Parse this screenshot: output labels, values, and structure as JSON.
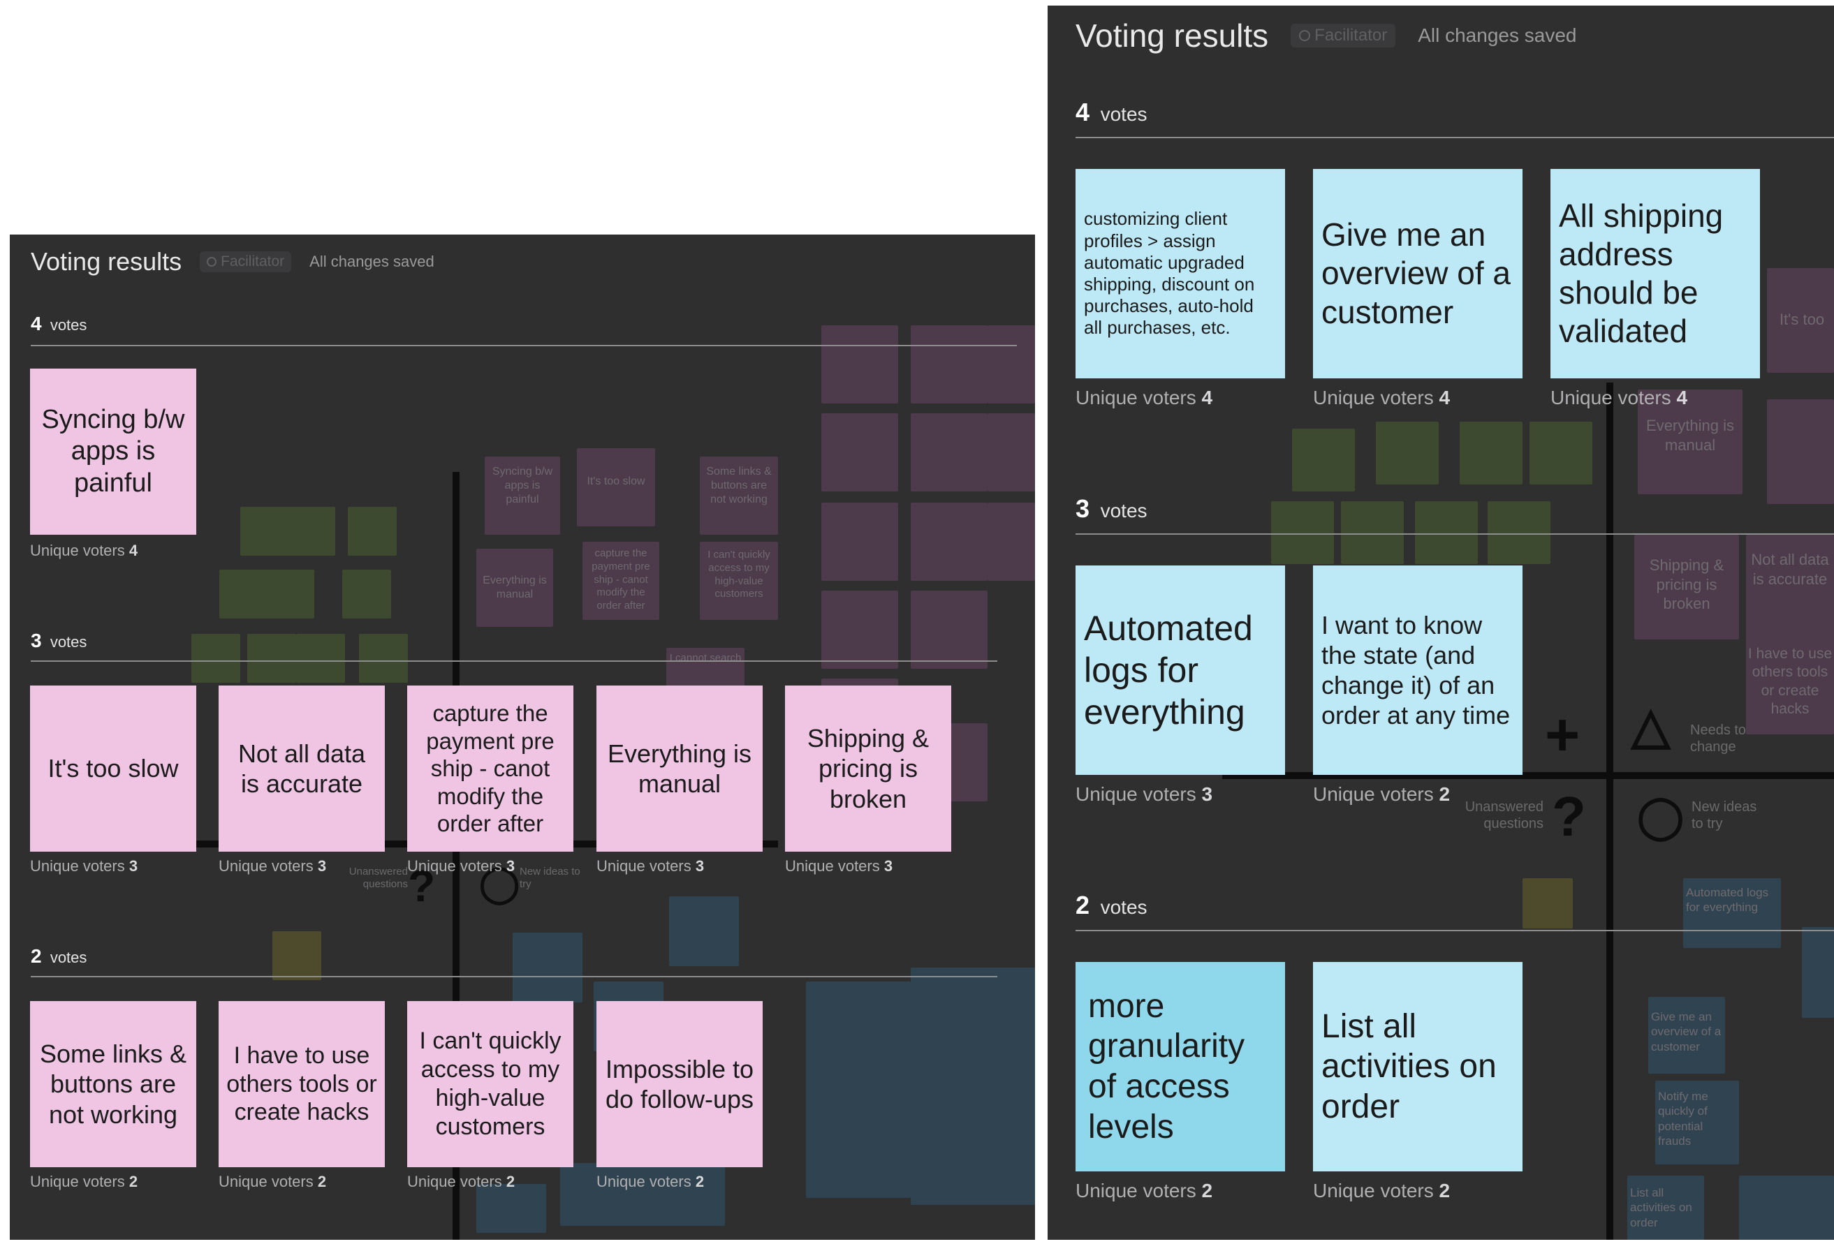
{
  "left": {
    "title": "Voting results",
    "badge": "Facilitator",
    "saved": "All changes saved",
    "groups": [
      {
        "votes_num": "4",
        "votes_word": "votes"
      },
      {
        "votes_num": "3",
        "votes_word": "votes"
      },
      {
        "votes_num": "2",
        "votes_word": "votes"
      }
    ],
    "voters_label": "Unique voters",
    "cards": [
      {
        "text": "Syncing b/w apps is painful",
        "voters": "4"
      },
      {
        "text": "It's too slow",
        "voters": "3"
      },
      {
        "text": "Not all data is accurate",
        "voters": "3"
      },
      {
        "text": "capture the payment pre ship - canot modify the order after",
        "voters": "3"
      },
      {
        "text": "Everything is manual",
        "voters": "3"
      },
      {
        "text": "Shipping & pricing is broken",
        "voters": "3"
      },
      {
        "text": "Some links & buttons are not working",
        "voters": "2"
      },
      {
        "text": "I have to use others tools or create hacks",
        "voters": "2"
      },
      {
        "text": "I can't quickly access to my high-value customers",
        "voters": "2"
      },
      {
        "text": "Impossible to do follow-ups",
        "voters": "2"
      }
    ],
    "board": {
      "unanswered": "Unanswered questions",
      "new_ideas": "New ideas to try",
      "notes": [
        "Syncing b/w apps is painful",
        "It's too slow",
        "Some links & buttons are not working",
        "Everything is manual",
        "capture the payment pre ship - canot modify the order after",
        "I can't quickly access to my high-value customers",
        "I cannot search"
      ]
    }
  },
  "right": {
    "title": "Voting results",
    "badge": "Facilitator",
    "saved": "All changes saved",
    "groups": [
      {
        "votes_num": "4",
        "votes_word": "votes"
      },
      {
        "votes_num": "3",
        "votes_word": "votes"
      },
      {
        "votes_num": "2",
        "votes_word": "votes"
      }
    ],
    "voters_label": "Unique voters",
    "cards": [
      {
        "text": "customizing client profiles > assign automatic upgraded shipping, discount on purchases, auto-hold all purchases, etc.",
        "voters": "4"
      },
      {
        "text": "Give me an overview of a customer",
        "voters": "4"
      },
      {
        "text": "All shipping address should be validated",
        "voters": "4"
      },
      {
        "text": "Automated logs for everything",
        "voters": "3"
      },
      {
        "text": "I want to know the state (and change it) of an order at any time",
        "voters": "2"
      },
      {
        "text": "more granularity of access levels",
        "voters": "2"
      },
      {
        "text": "List all activities on order",
        "voters": "2"
      }
    ],
    "board": {
      "needs_change": "Needs to change",
      "unanswered": "Unanswered questions",
      "new_ideas": "New ideas to try",
      "notes": [
        "It's too",
        "Everything is manual",
        "Shipping & pricing is broken",
        "Not all data is accurate",
        "I have to use others tools or create hacks",
        "Automated logs for everything",
        "Give me an overview of a customer",
        "Notify me quickly of potential frauds",
        "List all activities on order"
      ]
    }
  }
}
